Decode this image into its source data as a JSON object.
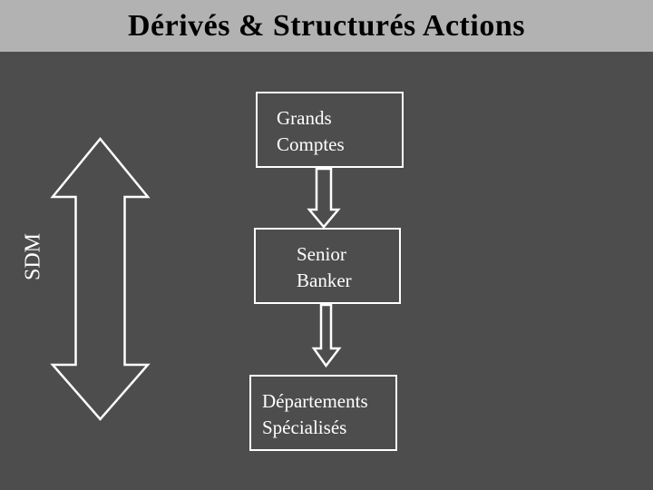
{
  "slide": {
    "title": "Dérivés & Structurés Actions"
  },
  "diagram": {
    "side_label": "SDM",
    "nodes": [
      {
        "id": "grands-comptes",
        "label": "Grands\nComptes"
      },
      {
        "id": "senior-banker",
        "label": "Senior\nBanker"
      },
      {
        "id": "departements-specialises",
        "label": "Départements\nSpécialisés"
      }
    ],
    "connectors": [
      {
        "from": "grands-comptes",
        "to": "senior-banker",
        "type": "down-arrow"
      },
      {
        "from": "senior-banker",
        "to": "departements-specialises",
        "type": "down-arrow"
      }
    ]
  },
  "colors": {
    "background": "#4d4d4d",
    "banner": "#b2b2b2",
    "title": "#000000",
    "line": "#ffffff",
    "text": "#ffffff"
  }
}
